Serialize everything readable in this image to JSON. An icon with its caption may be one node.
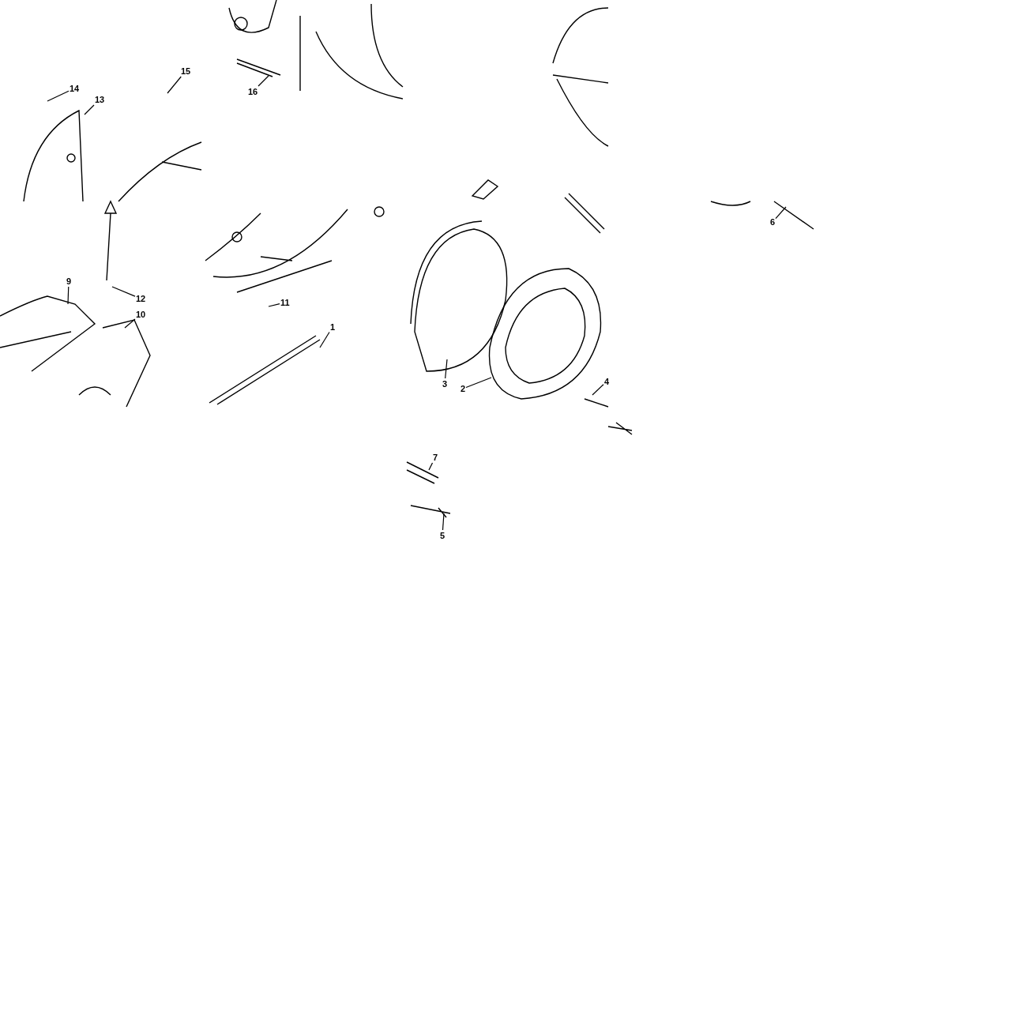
{
  "diagram": {
    "nodes": [
      {
        "text": [
          "14"
        ]
      },
      {
        "text": [
          "13"
        ]
      },
      {
        "text": [
          "15"
        ]
      },
      {
        "text": [
          "16"
        ]
      },
      {
        "text": [
          "6"
        ]
      },
      {
        "text": [
          "9"
        ]
      },
      {
        "text": [
          "12"
        ]
      },
      {
        "text": [
          "11"
        ]
      },
      {
        "text": [
          "10"
        ]
      },
      {
        "text": [
          "1"
        ]
      },
      {
        "text": [
          "4"
        ]
      },
      {
        "text": [
          "3"
        ]
      },
      {
        "text": [
          "2"
        ]
      },
      {
        "text": [
          "7"
        ]
      },
      {
        "text": [
          "5"
        ]
      }
    ],
    "edges": [
      {
        "from": 0,
        "to": null,
        "arrow": "none"
      },
      {
        "from": 1,
        "to": null,
        "arrow": "none"
      },
      {
        "from": 2,
        "to": null,
        "arrow": "none"
      },
      {
        "from": 3,
        "to": null,
        "arrow": "none"
      },
      {
        "from": 4,
        "to": null,
        "arrow": "none"
      },
      {
        "from": 5,
        "to": null,
        "arrow": "none"
      },
      {
        "from": 6,
        "to": null,
        "arrow": "none"
      },
      {
        "from": 7,
        "to": null,
        "arrow": "none"
      },
      {
        "from": 8,
        "to": null,
        "arrow": "none"
      },
      {
        "from": 9,
        "to": null,
        "arrow": "none"
      },
      {
        "from": 10,
        "to": null,
        "arrow": "none"
      },
      {
        "from": 11,
        "to": null,
        "arrow": "none"
      },
      {
        "from": 12,
        "to": null,
        "arrow": "none"
      },
      {
        "from": 13,
        "to": null,
        "arrow": "none"
      },
      {
        "from": 14,
        "to": null,
        "arrow": "none"
      }
    ]
  }
}
